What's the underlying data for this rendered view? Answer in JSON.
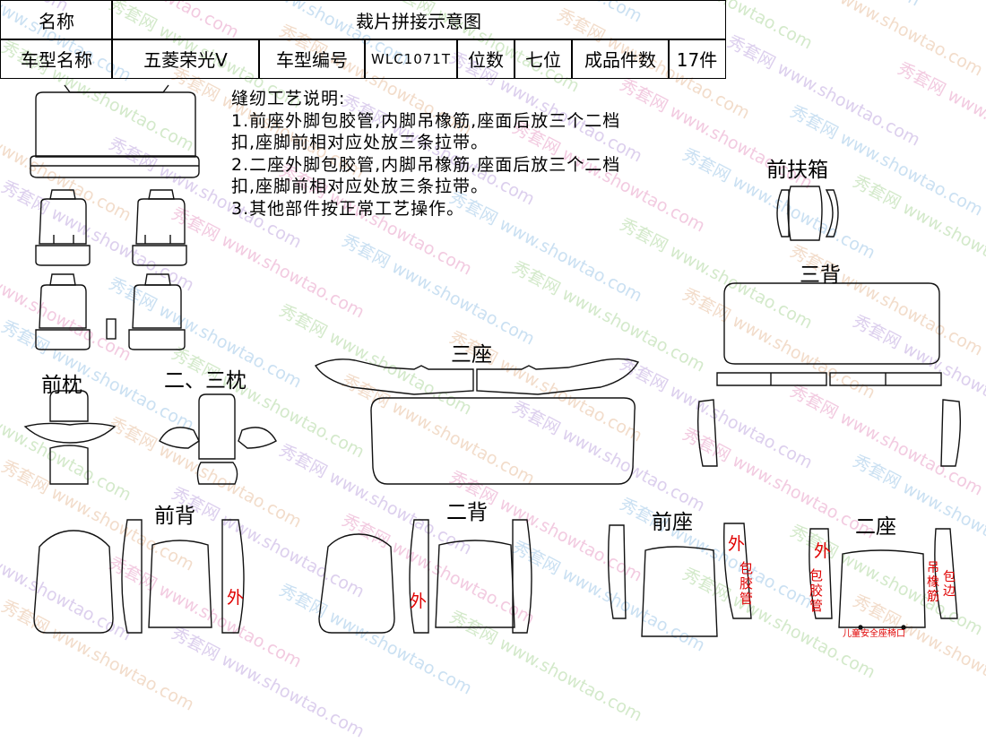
{
  "header": {
    "name_label": "名称",
    "title": "裁片拼接示意图",
    "model_name_label": "车型名称",
    "model_name": "五菱荣光V",
    "model_code_label": "车型编号",
    "model_code": "WLC1071T",
    "seats_label": "位数",
    "seats": "七位",
    "pieces_label": "成品件数",
    "pieces": "17件"
  },
  "notes": {
    "title": "缝纫工艺说明:",
    "line1": "1.前座外脚包胶管,内脚吊橡筋,座面后放三个二档",
    "line1b": "扣,座脚前相对应处放三条拉带。",
    "line2": "2.二座外脚包胶管,内脚吊橡筋,座面后放三个二档",
    "line2b": "扣,座脚前相对应处放三条拉带。",
    "line3": "3.其他部件按正常工艺操作。"
  },
  "labels": {
    "front_armrest_box": "前扶箱",
    "third_back": "三背",
    "third_seat": "三座",
    "front_pillow": "前枕",
    "second_third_pillow": "二、三枕",
    "front_back": "前背",
    "second_back": "二背",
    "front_seat": "前座",
    "second_seat": "二座"
  },
  "annotations": {
    "outer": "外",
    "glue_tube": "包胶管",
    "rubber_hang": "吊橡筋",
    "edge_wrap": "包边",
    "child_seat_opening": "儿童安全座椅口"
  },
  "watermark": {
    "brand": "秀套网",
    "url": "www.showtao.com",
    "colors": [
      "#e8a0c8",
      "#a0c8e8",
      "#b0d8a0",
      "#e8c0a0",
      "#c0a8e0"
    ]
  }
}
